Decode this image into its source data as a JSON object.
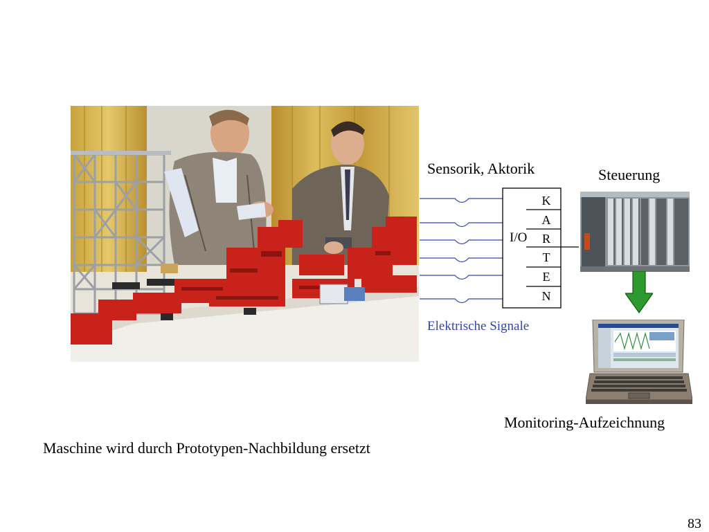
{
  "labels": {
    "sensorik": "Sensorik, Aktorik",
    "steuerung": "Steuerung",
    "io": "I/O",
    "signals": "Elektrische Signale",
    "monitoring": "Monitoring-Aufzeichnung",
    "caption": "Maschine wird durch Prototypen-Nachbildung ersetzt"
  },
  "card_letters": [
    "K",
    "A",
    "R",
    "T",
    "E",
    "N"
  ],
  "page_number": "83",
  "colors": {
    "signal_lines": "#3344aa",
    "arrow": "#2e9a2e",
    "machine_red": "#c8221a",
    "curtain": "#d6b64a"
  }
}
